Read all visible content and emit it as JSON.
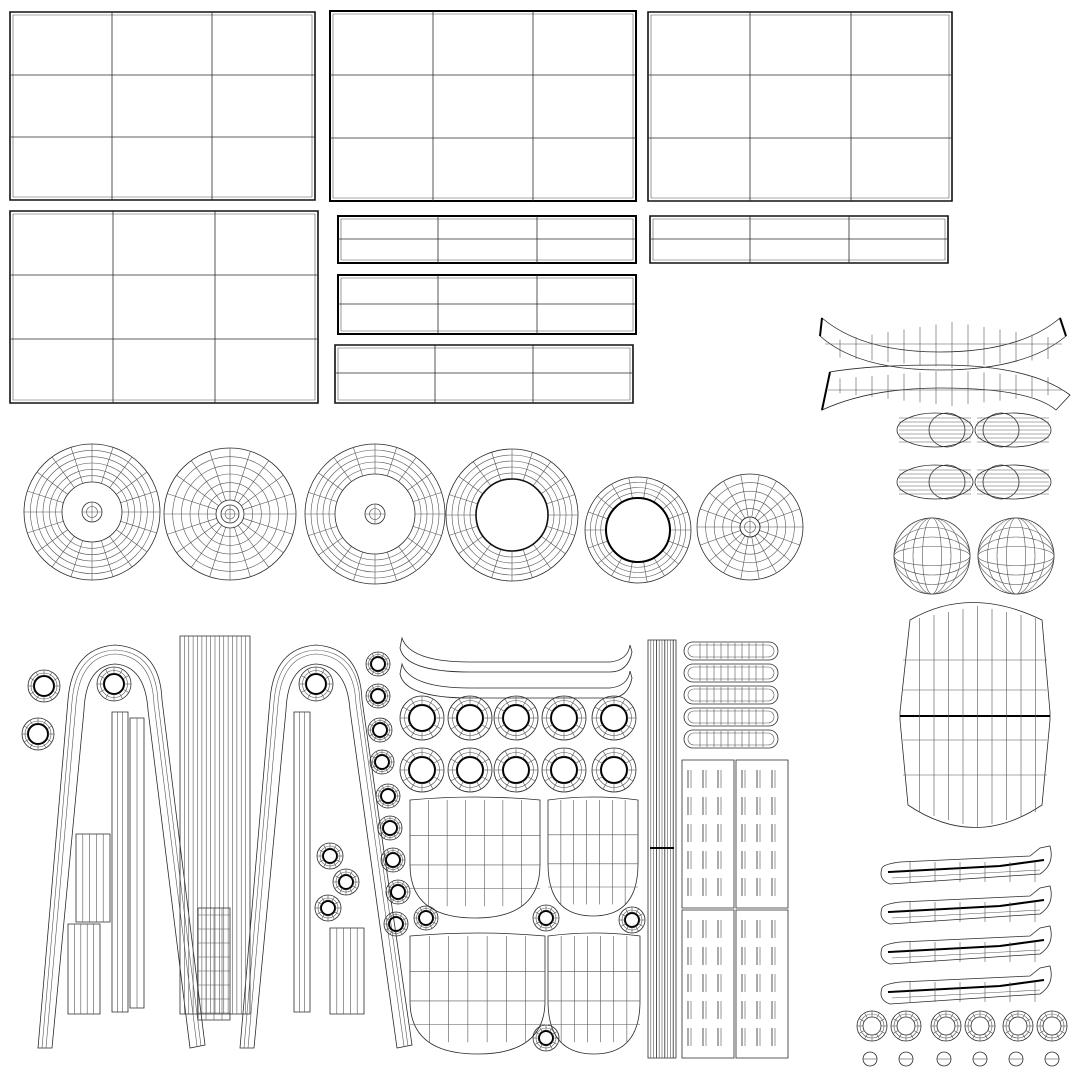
{
  "view": {
    "kind": "uv-layout-wireframe",
    "background": "#ffffff",
    "stroke_color": "#2a2a2a",
    "visible_text": []
  },
  "groups": [
    {
      "name": "large-grid-panels",
      "count": 4,
      "icon": "grid-panel-icon"
    },
    {
      "name": "strip-panels",
      "count": 4,
      "icon": "strip-panel-icon"
    },
    {
      "name": "radial-discs",
      "count": 6,
      "icon": "radial-disc-icon"
    },
    {
      "name": "arched-bands",
      "count": 2,
      "icon": "arched-band-icon"
    },
    {
      "name": "knob-islands",
      "count": 4,
      "icon": "knob-icon"
    },
    {
      "name": "dome-spheres",
      "count": 2,
      "icon": "sphere-icon"
    },
    {
      "name": "oval-shell",
      "count": 1,
      "icon": "oval-shell-icon"
    },
    {
      "name": "blade-islands",
      "count": 4,
      "icon": "blade-icon"
    },
    {
      "name": "ring-row-bottom",
      "count": 6,
      "icon": "ring-icon"
    },
    {
      "name": "dot-row-bottom",
      "count": 6,
      "icon": "dot-icon"
    },
    {
      "name": "frame-arms",
      "count": 2,
      "icon": "frame-arm-icon"
    },
    {
      "name": "vertical-tube-strips",
      "count": 1,
      "icon": "tube-strip-icon"
    },
    {
      "name": "small-rings",
      "count": 28,
      "icon": "ring-icon"
    },
    {
      "name": "scoop-shells",
      "count": 4,
      "icon": "scoop-icon"
    },
    {
      "name": "rounded-slats",
      "count": 5,
      "icon": "slat-icon"
    },
    {
      "name": "vent-panels",
      "count": 4,
      "icon": "vent-panel-icon"
    }
  ]
}
